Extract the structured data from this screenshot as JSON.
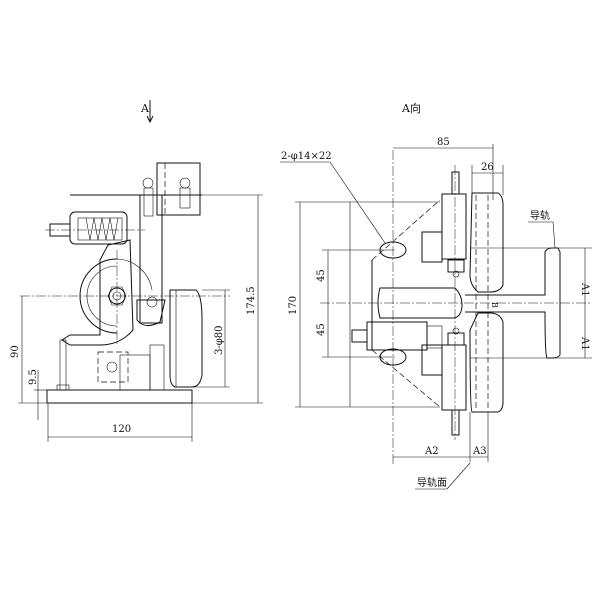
{
  "views": {
    "side_view_label": "A",
    "front_view_label": "A向"
  },
  "side_view_dims": {
    "width": "120",
    "height": "174.5",
    "axis_height": "90",
    "base_thickness": "9.5",
    "roller_dia": "3-φ80"
  },
  "front_view_dims": {
    "overall_width": "85",
    "roller_width": "26",
    "overall_height": "170",
    "upper_spacing": "45",
    "lower_spacing": "45",
    "slot_spec": "2-φ14×22",
    "rail_label": "导轨",
    "rail_half_upper": "A1",
    "rail_half_lower": "A1",
    "rail_web": "B",
    "offset_a2": "A2",
    "offset_a3": "A3",
    "rail_face_label": "导轨面"
  }
}
